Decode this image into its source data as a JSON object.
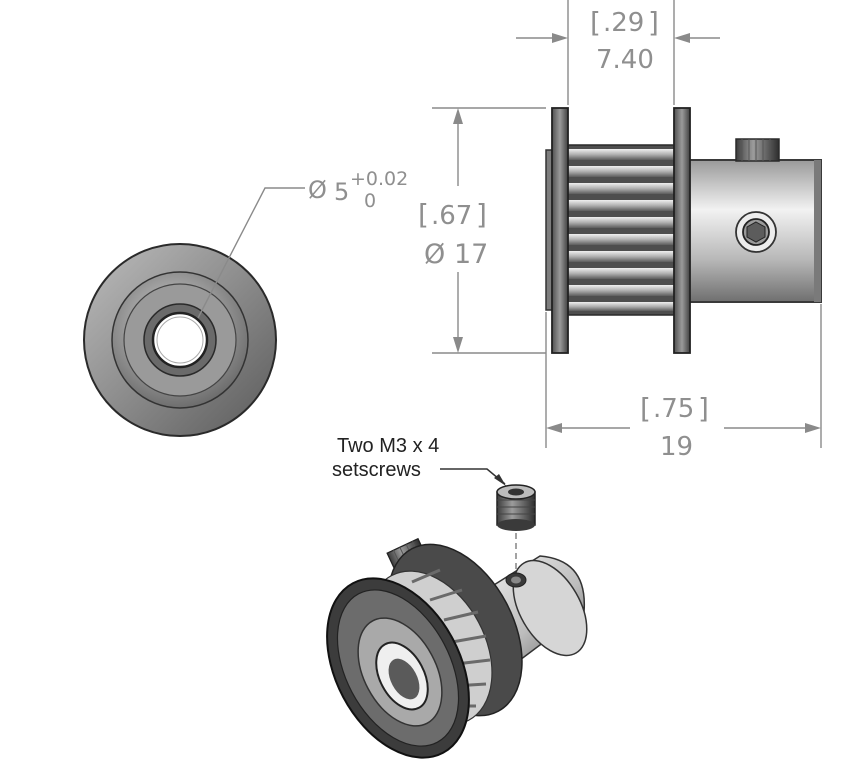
{
  "dimensions": {
    "flange_width": {
      "inch": ".29",
      "mm": "7.40"
    },
    "bore": {
      "symbol": "Ø",
      "nominal": "5",
      "tol_upper": "+0.02",
      "tol_lower": "0"
    },
    "diameter": {
      "inch": ".67",
      "symbol": "Ø",
      "mm": "17"
    },
    "overall_length": {
      "inch": ".75",
      "mm": "19"
    }
  },
  "callout": {
    "line1": "Two M3 x 4",
    "line2": "setscrews"
  },
  "colors": {
    "dimension": "#8f8f8f",
    "metal_dark": "#3a3a3a",
    "metal_light": "#e6e6e6"
  }
}
